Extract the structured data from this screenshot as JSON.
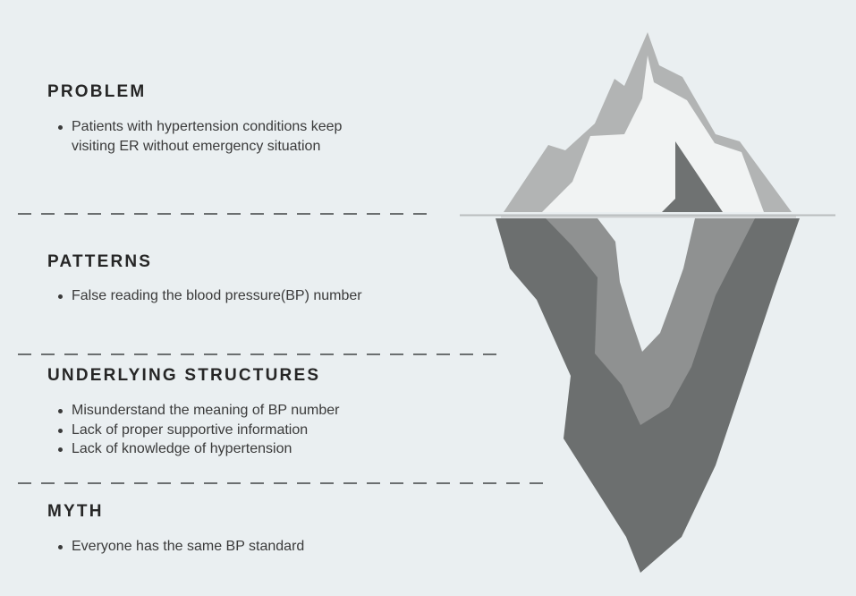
{
  "sections": [
    {
      "title": "PROBLEM",
      "items": [
        "Patients with hypertension conditions keep visiting ER without emergency situation"
      ]
    },
    {
      "title": "PATTERNS",
      "items": [
        "False reading the blood pressure(BP) number"
      ]
    },
    {
      "title": "UNDERLYING STRUCTURES",
      "items": [
        "Misunderstand the meaning of BP number",
        "Lack of proper supportive information",
        "Lack of knowledge of hypertension"
      ]
    },
    {
      "title": "MYTH",
      "items": [
        "Everyone has the same BP standard"
      ]
    }
  ],
  "colors": {
    "background": "#eaeff1",
    "iceberg_light": "#b2b4b4",
    "iceberg_white": "#f1f3f3",
    "iceberg_mid": "#8f9191",
    "iceberg_dark": "#6c6f6f",
    "divider": "#6b6f70"
  }
}
